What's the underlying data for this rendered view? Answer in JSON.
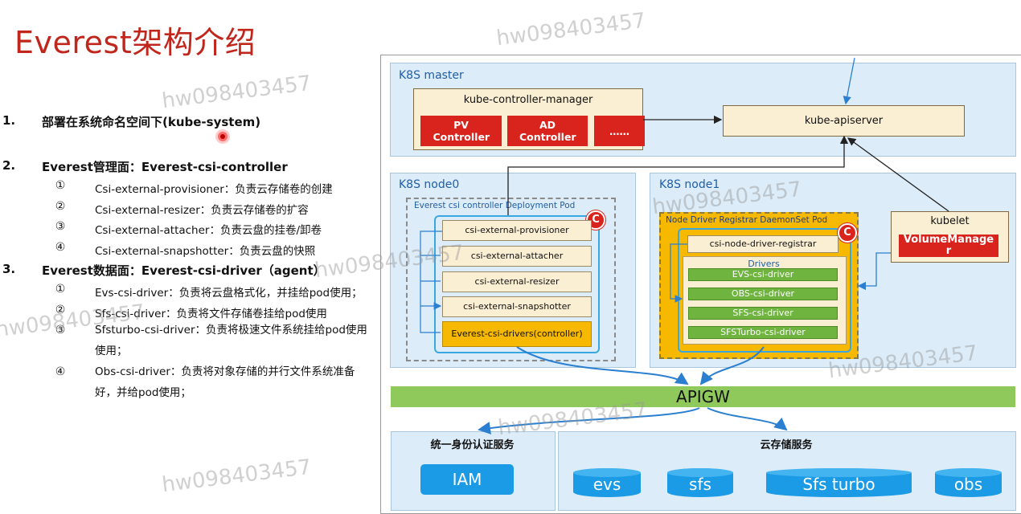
{
  "title": "Everest架构介绍",
  "watermark": "hw098403457",
  "sections": [
    {
      "num": "1.",
      "title": "部署在系统命名空间下(kube-system)",
      "items": []
    },
    {
      "num": "2.",
      "title": "Everest管理面：Everest-csi-controller",
      "items": [
        {
          "num": "①",
          "text": "Csi-external-provisioner：负责云存储卷的创建"
        },
        {
          "num": "②",
          "text": "Csi-external-resizer：负责云存储卷的扩容"
        },
        {
          "num": "③",
          "text": "Csi-external-attacher：负责云盘的挂卷/卸卷"
        },
        {
          "num": "④",
          "text": "Csi-external-snapshotter：负责云盘的快照"
        }
      ]
    },
    {
      "num": "3.",
      "title": "Everest数据面：Everest-csi-driver（agent）",
      "items": [
        {
          "num": "①",
          "text": "Evs-csi-driver：负责将云盘格式化，并挂给pod使用；"
        },
        {
          "num": "②",
          "text": "Sfs-csi-driver：负责将文件存储卷挂给pod使用"
        },
        {
          "num": "③",
          "text": "Sfsturbo-csi-driver：负责将极速文件系统挂给pod使用使用；"
        },
        {
          "num": "④",
          "text": "Obs-csi-driver：负责将对象存储的并行文件系统准备好，并给pod使用；"
        }
      ]
    }
  ],
  "diagram": {
    "master": {
      "label": "K8S master",
      "controller_manager": "kube-controller-manager",
      "controllers": [
        "PV Controller",
        "AD Controller",
        "……"
      ],
      "apiserver": "kube-apiserver"
    },
    "node0": {
      "label": "K8S node0",
      "pod_label": "Everest csi controller Deployment Pod",
      "badge": "C",
      "containers": [
        "csi-external-provisioner",
        "csi-external-attacher",
        "csi-external-resizer",
        "csi-external-snapshotter"
      ],
      "driver": "Everest-csi-drivers(controller)"
    },
    "node1": {
      "label": "K8S node1",
      "pod_label": "Node Driver Registrar DaemonSet Pod",
      "badge": "C",
      "registrar": "csi-node-driver-registrar",
      "drivers_label": "Drivers",
      "drivers": [
        "EVS-csi-driver",
        "OBS-csi-driver",
        "SFS-csi-driver",
        "SFSTurbo-csi-driver"
      ],
      "kubelet": "kubelet",
      "volume_manager": "VolumeManager"
    },
    "apigw": "APIGW",
    "iam_section": {
      "label": "统一身份认证服务",
      "service": "IAM"
    },
    "storage_section": {
      "label": "云存储服务",
      "services": [
        "evs",
        "sfs",
        "Sfs turbo",
        "obs"
      ]
    },
    "colors": {
      "accent_red": "#d8241c",
      "blue_bg": "#dcecf8",
      "orange": "#f7b800",
      "green": "#6eb43f",
      "apigw": "#8fc95b",
      "cyl": "#1b9be6",
      "title_red": "#c0261b"
    }
  }
}
